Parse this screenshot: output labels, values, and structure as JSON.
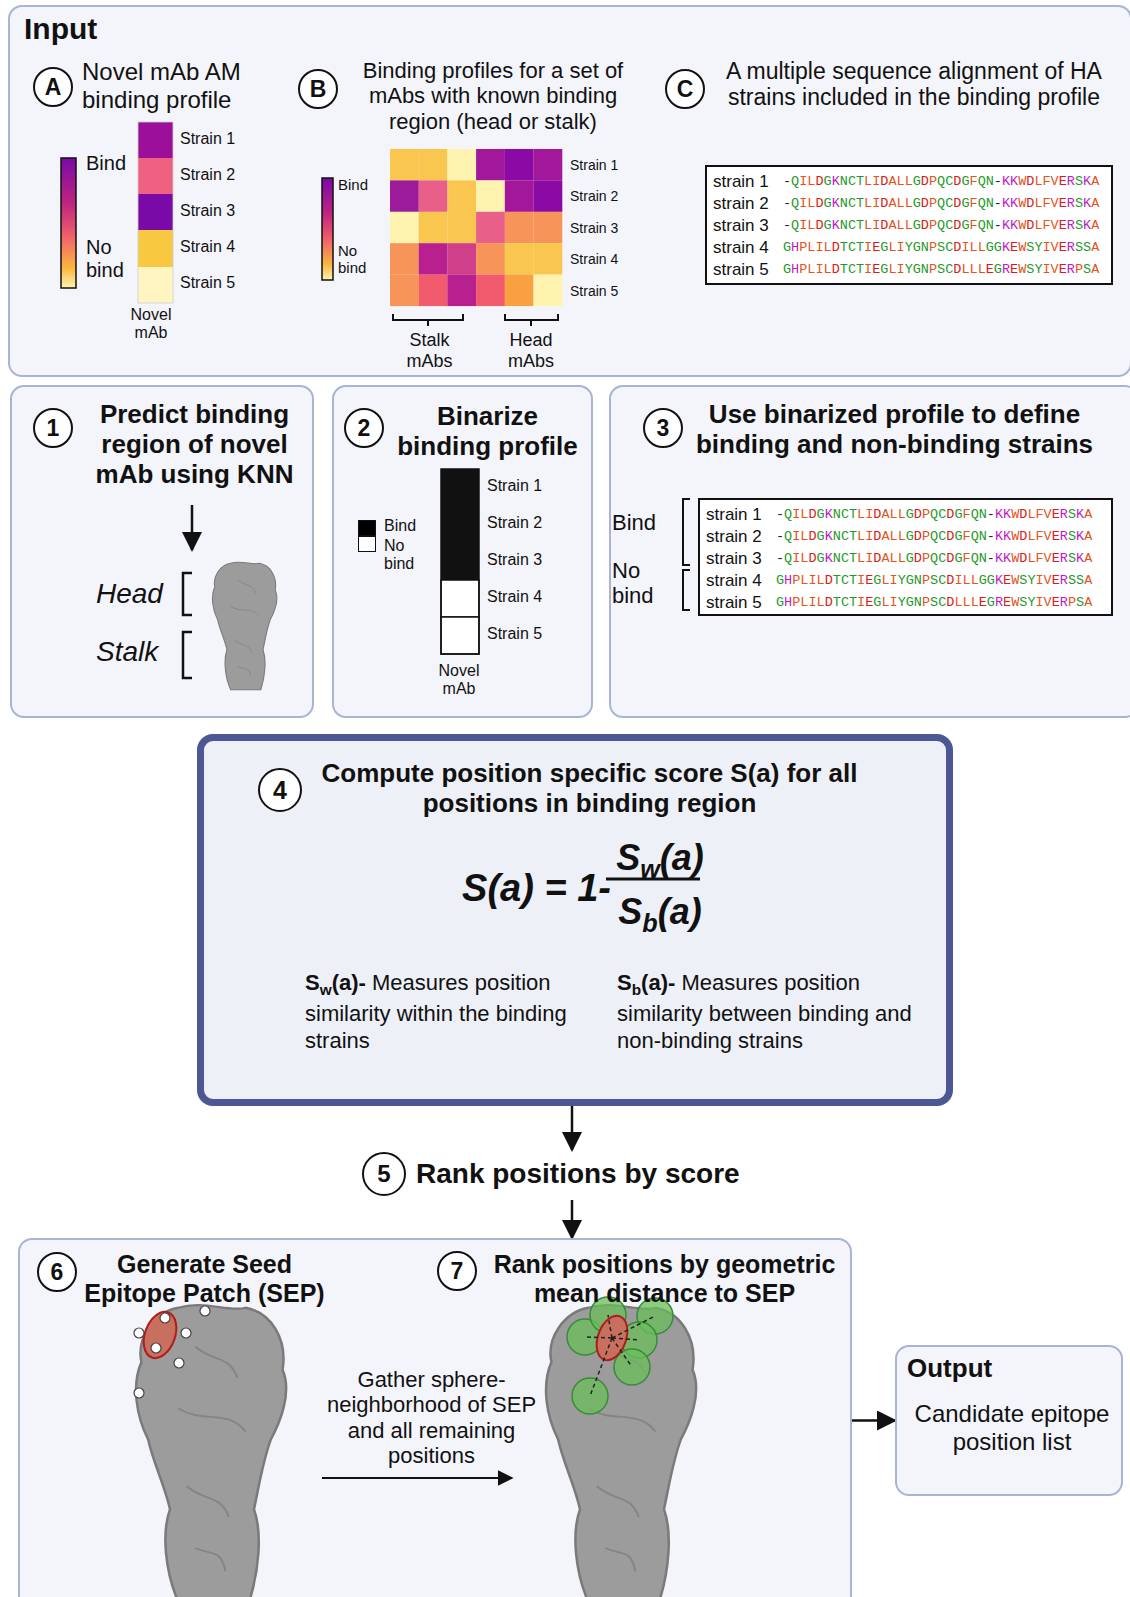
{
  "diagram": {
    "nodes": [
      {
        "text": [
          "Input"
        ]
      },
      {
        "text": [
          "A"
        ],
        "in": 0
      },
      {
        "text": [
          "B"
        ],
        "in": 0
      },
      {
        "text": [
          "C"
        ],
        "in": 0
      },
      {
        "text": [
          "strain 1",
          "-QILDGKNCTLIDALLGDPQCDGFQN-KKWDLFVERSKA",
          "strain 2",
          "-QILDGKNCTLIDALLGDPQCDGFQN-KKWDLFVERSKA",
          "strain 3",
          "-QILDGKNCTLIDALLGDPQCDGFQN-KKWDLFVERSKA",
          "strain 4",
          "GHPLILDTCTIEGLIYGNPSCDILLGGKEWSYIVERSSA",
          "strain 5",
          "GHPLILDTCTIEGLIYGNPSCDLLLEGREWSYIVERPSA"
        ],
        "in": 0
      },
      {
        "text": [
          "Predict binding region of novel mAb using KNN"
        ]
      },
      {
        "text": [
          "1"
        ],
        "in": 5
      },
      {
        "text": [
          "Binarize binding profile"
        ]
      },
      {
        "text": [
          "2"
        ],
        "in": 7
      },
      {
        "text": [
          "Use binarized profile to define binding and non-binding strains"
        ]
      },
      {
        "text": [
          "3"
        ],
        "in": 9
      },
      {
        "text": [
          "strain 1",
          "-QILDGKNCTLIDALLGDPQCDGFQN-KKWDLFVERSKA",
          "strain 2",
          "-QILDGKNCTLIDALLGDPQCDGFQN-KKWDLFVERSKA",
          "strain 3",
          "-QILDGKNCTLIDALLGDPQCDGFQN-KKWDLFVERSKA",
          "strain 4",
          "GHPLILDTCTIEGLIYGNPSCDILLGGKEWSYIVERSSA",
          "strain 5",
          "GHPLILDTCTIEGLIYGNPSCDLLLEGREWSYIVERPSA"
        ],
        "in": 9
      },
      {
        "text": [
          "Compute position specific score S(a) for all positions in binding region",
          "S(a) = 1-",
          "Sw(a)",
          "Sb(a)",
          "Sw(a)-",
          "Measures position similarity within the binding strains",
          "Sb(a)-",
          "Measures position similarity between binding and non-binding strains"
        ]
      },
      {
        "text": [
          "4"
        ],
        "in": 12
      },
      {
        "text": [
          "5",
          "Rank positions by score"
        ]
      },
      {
        "text": [
          "Generate Seed Epitope Patch (SEP)",
          "Rank positions by geometric mean distance to SEP",
          "Gather sphere-neighborhood of SEP and all remaining positions"
        ]
      },
      {
        "text": [
          "6"
        ],
        "in": 15
      },
      {
        "text": [
          "7"
        ],
        "in": 15
      },
      {
        "text": [
          "Output",
          "Candidate epitope position list"
        ]
      }
    ],
    "edges": [
      {
        "from": 12,
        "to": 14,
        "arrow": "to"
      },
      {
        "from": 14,
        "to": 15,
        "arrow": "to"
      },
      {
        "from": 15,
        "to": 18,
        "arrow": "to"
      }
    ],
    "labels": [
      "Novel mAb AM binding profile",
      "Bind",
      "No bind",
      "Strain 1",
      "Strain 2",
      "Strain 3",
      "Strain 4",
      "Strain 5",
      "Novel mAb",
      "Binding profiles for a set of mAbs with known binding region (head or stalk)",
      "Bind",
      "No bind",
      "Strain 1",
      "Strain 2",
      "Strain 3",
      "Strain 4",
      "Strain 5",
      "Stalk mAbs",
      "Head mAbs",
      "A multiple sequence alignment of HA strains included in the binding profile",
      "Head",
      "Stalk",
      "Strain 1",
      "Strain 2",
      "Strain 3",
      "Strain 4",
      "Strain 5",
      "Novel mAb",
      "Bind",
      "No bind"
    ],
    "legend": [
      {
        "text": "Bind",
        "color": "#000000"
      },
      {
        "text": "No bind",
        "color": "#ffffff"
      }
    ]
  }
}
